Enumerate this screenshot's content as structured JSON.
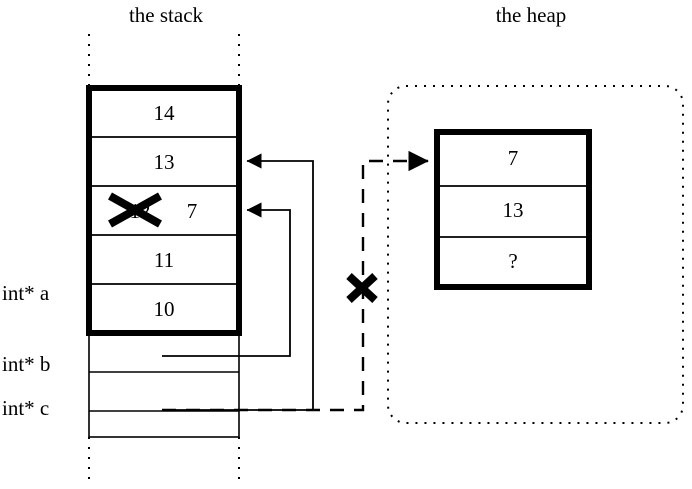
{
  "figure": {
    "title_left": "the stack",
    "title_right": "the heap",
    "ink_color": "#000000",
    "background_color": "#ffffff"
  },
  "stack": {
    "label": "the stack",
    "cells": [
      {
        "value": "14",
        "struck": false,
        "annotation": ""
      },
      {
        "value": "13",
        "struck": false,
        "annotation": ""
      },
      {
        "value": "12",
        "struck": true,
        "annotation": "7"
      },
      {
        "value": "11",
        "struck": false,
        "annotation": ""
      },
      {
        "value": "10",
        "struck": false,
        "annotation": ""
      }
    ],
    "variables": [
      {
        "name": "int* a"
      },
      {
        "name": "int* b"
      },
      {
        "name": "int* c"
      }
    ]
  },
  "heap": {
    "label": "the heap",
    "cells": [
      {
        "value": "7"
      },
      {
        "value": "13"
      },
      {
        "value": "?"
      }
    ]
  },
  "pointers": [
    {
      "from": "int* a",
      "to": "stack-cell-13",
      "style": "solid",
      "invalid": false
    },
    {
      "from": "int* b",
      "to": "stack-cell-12",
      "style": "solid",
      "invalid": false
    },
    {
      "from": "int* c",
      "to": "heap-cell-7",
      "style": "dashed",
      "invalid": true
    }
  ],
  "marks": {
    "struck_value_mark": "X",
    "invalid_pointer_mark": "X"
  }
}
